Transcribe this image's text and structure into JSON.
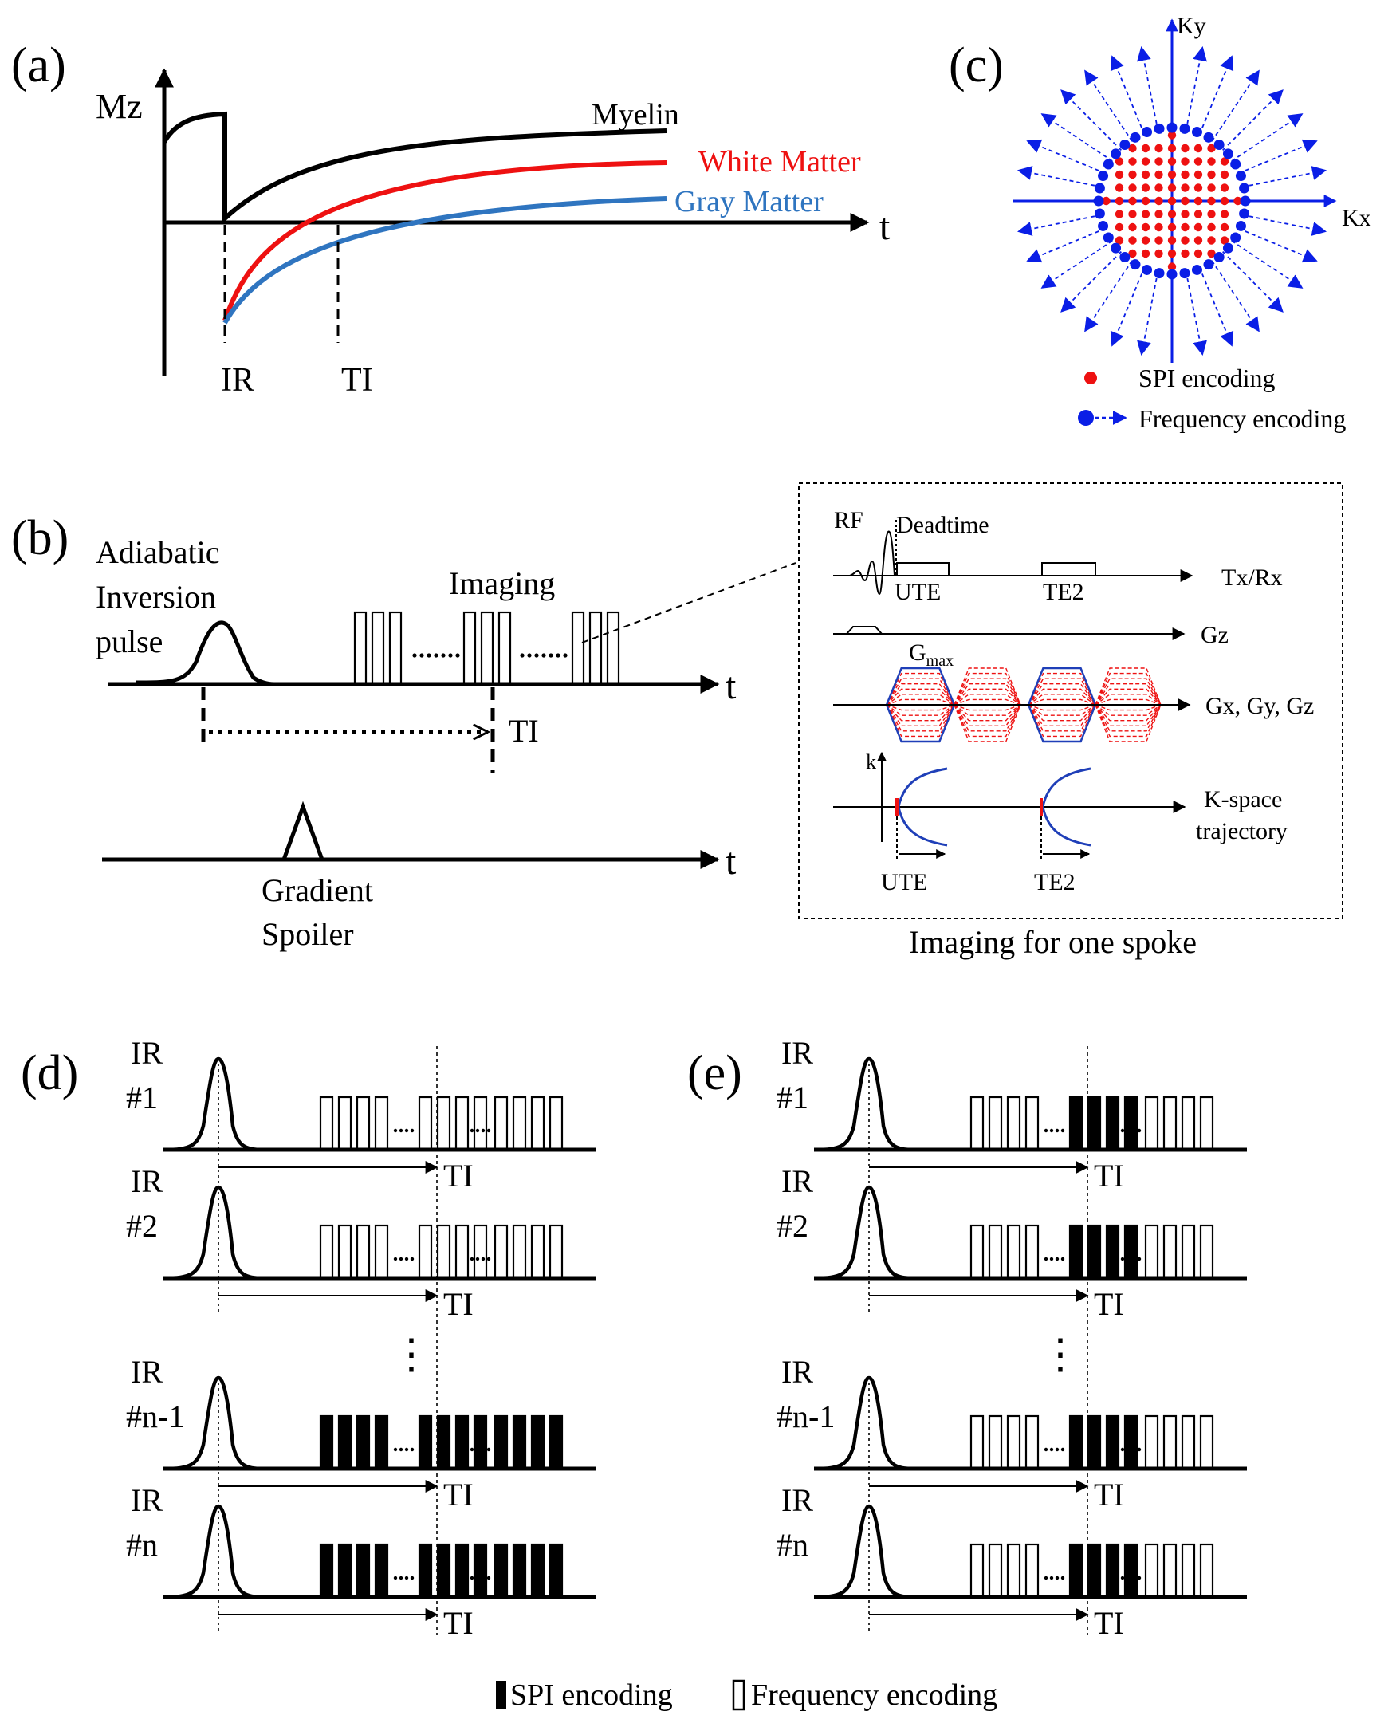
{
  "colors": {
    "ink": "#000000",
    "myelin": "#000000",
    "white_matter": "#ee1111",
    "gray_matter": "#2f75c0",
    "freq_blue": "#0a1ee6",
    "spi_red": "#ee1111",
    "gradient_red": "#ee1111",
    "gradient_blue": "#1f3fb8"
  },
  "panel_a": {
    "label": "(a)",
    "y_axis": "Mz",
    "x_axis": "t",
    "curves": {
      "myelin": "Myelin",
      "white_matter": "White Matter",
      "gray_matter": "Gray Matter"
    },
    "markers": {
      "ir": "IR",
      "ti": "TI"
    }
  },
  "panel_b": {
    "label": "(b)",
    "pulse_label": [
      "Adiabatic",
      "Inversion",
      "pulse"
    ],
    "imaging_label": "Imaging",
    "ti_label": "TI",
    "t_label": "t",
    "spoiler_label": [
      "Gradient",
      "Spoiler"
    ],
    "inset": {
      "caption": "Imaging for one spoke",
      "rf": "RF",
      "deadtime": "Deadtime",
      "ute": "UTE",
      "te2": "TE2",
      "txrx": "Tx/Rx",
      "gz": "Gz",
      "gmax": "G",
      "gmax_sub": "max",
      "gxyz": "Gx, Gy, Gz",
      "k": "k",
      "kspace": [
        "K-space",
        "trajectory"
      ]
    }
  },
  "panel_c": {
    "label": "(c)",
    "kx": "Kx",
    "ky": "Ky",
    "legend": {
      "spi": "SPI encoding",
      "freq": "Frequency encoding"
    }
  },
  "panel_d": {
    "label": "(d)",
    "rows": [
      {
        "ir": "IR",
        "num": "#1",
        "ti": "TI",
        "blocks": [
          "open",
          "open",
          "open"
        ]
      },
      {
        "ir": "IR",
        "num": "#2",
        "ti": "TI",
        "blocks": [
          "open",
          "open",
          "open"
        ]
      },
      {
        "ir": "IR",
        "num": "#n-1",
        "ti": "TI",
        "blocks": [
          "filled",
          "filled",
          "filled"
        ]
      },
      {
        "ir": "IR",
        "num": "#n",
        "ti": "TI",
        "blocks": [
          "filled",
          "filled",
          "filled"
        ]
      }
    ]
  },
  "panel_e": {
    "label": "(e)",
    "rows": [
      {
        "ir": "IR",
        "num": "#1",
        "ti": "TI",
        "blocks": [
          "open",
          "filled",
          "open"
        ]
      },
      {
        "ir": "IR",
        "num": "#2",
        "ti": "TI",
        "blocks": [
          "open",
          "filled",
          "open"
        ]
      },
      {
        "ir": "IR",
        "num": "#n-1",
        "ti": "TI",
        "blocks": [
          "open",
          "filled",
          "open"
        ]
      },
      {
        "ir": "IR",
        "num": "#n",
        "ti": "TI",
        "blocks": [
          "open",
          "filled",
          "open"
        ]
      }
    ]
  },
  "bottom_legend": {
    "spi": "SPI encoding",
    "freq": "Frequency encoding"
  }
}
